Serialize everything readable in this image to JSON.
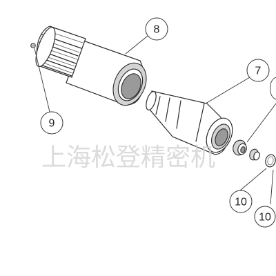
{
  "callouts": {
    "c8": "8",
    "c7": "7",
    "c9": "9",
    "c10a": "10",
    "c10b": "10"
  },
  "watermark": "上海松登精密机",
  "colors": {
    "line": "#2b2b2b",
    "shade": "#d4d4d4",
    "watermark": "#cfcfcf"
  }
}
